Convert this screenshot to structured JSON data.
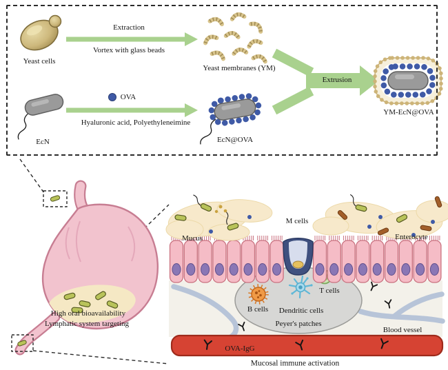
{
  "colors": {
    "arrow_green": "#a9d18e",
    "ova_blue": "#3f5aa6",
    "ecn_gray": "#9a9a9a",
    "membrane_tan": "#cdb478",
    "stomach_pink": "#f2c3ce",
    "vessel_red": "#d64333",
    "epithelium_pink": "#f5bcc6",
    "nucleus_purple": "#8a77b5",
    "mucus_cream": "#f7e9cb",
    "peyers_gray": "#d7d7d5"
  },
  "synthesis_panel": {
    "yeast_cells": "Yeast cells",
    "extraction": "Extraction",
    "vortex": "Vortex with glass beads",
    "yeast_membranes": "Yeast membranes (YM)",
    "ova": "OVA",
    "coating_agents": "Hyaluronic acid, Polyethyleneimine",
    "ecn": "EcN",
    "ecn_ova": "EcN@OVA",
    "extrusion": "Extrusion",
    "product": "YM-EcN@OVA"
  },
  "stomach": {
    "high_oral_bioavailability": "High oral bioavailability",
    "lymphatic_targeting": "Lymphatic system targeting"
  },
  "intestine": {
    "mucus": "Mucus",
    "m_cells": "M cells",
    "enterocyte": "Enterocyte",
    "b_cells": "B cells",
    "dendritic_cells": "Dendritic cells",
    "t_cells": "T cells",
    "peyers_patches": "Peyer's patches",
    "blood_vessel": "Blood vessel",
    "ova_igg": "OVA-IgG",
    "mucosal_immune_activation": "Mucosal immune activation"
  }
}
